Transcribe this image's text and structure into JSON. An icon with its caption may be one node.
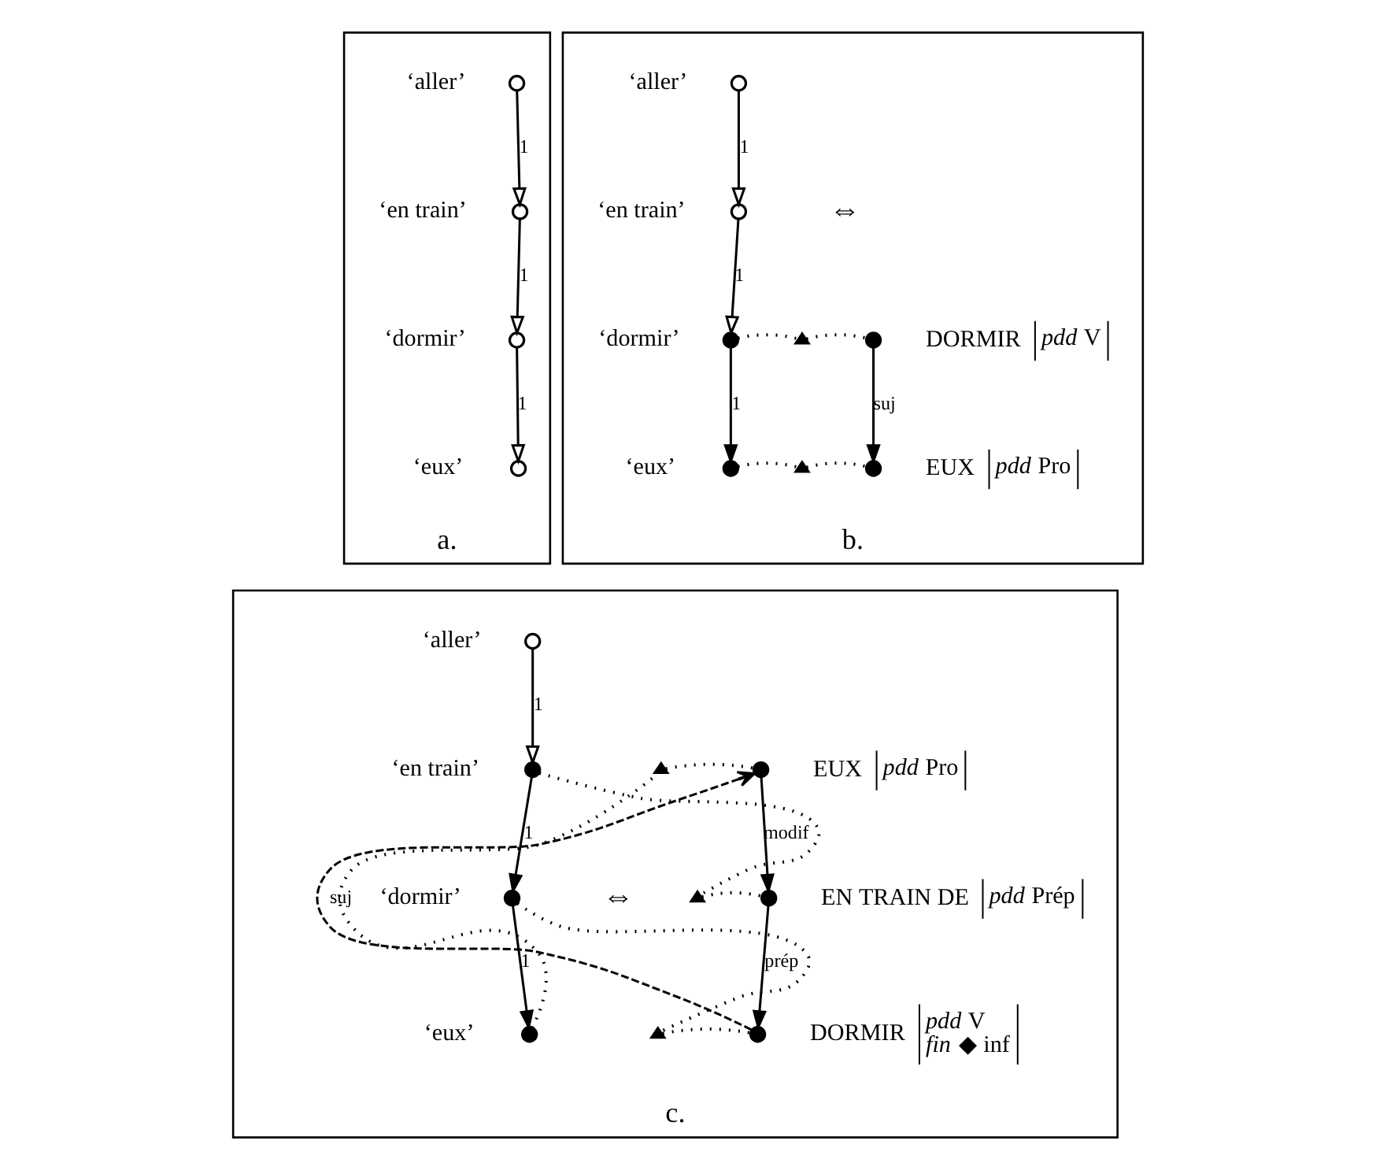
{
  "diagram": {
    "nodes": [
      {
        "text": [
          "a."
        ]
      },
      {
        "text": [],
        "shape": "circle",
        "beside": [
          "‘aller’"
        ],
        "in": 0
      },
      {
        "text": [],
        "shape": "circle",
        "beside": [
          "‘en train’"
        ],
        "in": 0
      },
      {
        "text": [],
        "shape": "circle",
        "beside": [
          "‘dormir’"
        ],
        "in": 0
      },
      {
        "text": [],
        "shape": "circle",
        "beside": [
          "‘eux’"
        ],
        "in": 0
      },
      {
        "text": [
          "b."
        ]
      },
      {
        "text": [],
        "shape": "circle",
        "beside": [
          "‘aller’"
        ],
        "in": 5
      },
      {
        "text": [],
        "shape": "circle",
        "beside": [
          "‘en train’"
        ],
        "in": 5
      },
      {
        "text": [],
        "shape": "circle",
        "beside": [
          "‘dormir’"
        ],
        "in": 5
      },
      {
        "text": [],
        "shape": "circle",
        "beside": [
          "‘eux’"
        ],
        "in": 5
      },
      {
        "text": [],
        "shape": "triangle",
        "in": 5
      },
      {
        "text": [],
        "shape": "triangle",
        "in": 5
      },
      {
        "text": [],
        "shape": "circle",
        "beside": [
          "DORMIR",
          "*pdd* V"
        ],
        "in": 5
      },
      {
        "text": [],
        "shape": "circle",
        "beside": [
          "EUX",
          "*pdd* Pro"
        ],
        "in": 5
      },
      {
        "text": [
          "c."
        ]
      },
      {
        "text": [],
        "shape": "circle",
        "beside": [
          "‘aller’"
        ],
        "in": 14
      },
      {
        "text": [],
        "shape": "circle",
        "beside": [
          "‘en train’"
        ],
        "in": 14
      },
      {
        "text": [],
        "shape": "circle",
        "beside": [
          "‘dormir’"
        ],
        "in": 14
      },
      {
        "text": [],
        "shape": "circle",
        "beside": [
          "‘eux’"
        ],
        "in": 14
      },
      {
        "text": [],
        "shape": "triangle",
        "in": 14
      },
      {
        "text": [],
        "shape": "triangle",
        "in": 14
      },
      {
        "text": [],
        "shape": "triangle",
        "in": 14
      },
      {
        "text": [],
        "shape": "circle",
        "beside": [
          "EUX",
          "*pdd* Pro"
        ],
        "in": 14
      },
      {
        "text": [],
        "shape": "circle",
        "beside": [
          "EN TRAIN DE",
          "*pdd* Prép"
        ],
        "in": 14
      },
      {
        "text": [],
        "shape": "circle",
        "beside": [
          "DORMIR",
          "*pdd* V",
          "*fin* ◆ inf"
        ],
        "in": 14
      }
    ],
    "edges": [
      {
        "from": 1,
        "to": 2,
        "arrow": "to",
        "label": "1"
      },
      {
        "from": 2,
        "to": 3,
        "arrow": "to",
        "label": "1"
      },
      {
        "from": 3,
        "to": 4,
        "arrow": "to",
        "label": "1"
      },
      {
        "from": 6,
        "to": 7,
        "arrow": "to",
        "label": "1"
      },
      {
        "from": 7,
        "to": 8,
        "arrow": "to",
        "label": "1"
      },
      {
        "from": 8,
        "to": 9,
        "arrow": "to",
        "label": "1"
      },
      {
        "from": 12,
        "to": 13,
        "arrow": "to",
        "label": "suj"
      },
      {
        "from": 8,
        "to": 10,
        "arrow": "none",
        "style": "dashed"
      },
      {
        "from": 10,
        "to": 12,
        "arrow": "none",
        "style": "dashed"
      },
      {
        "from": 9,
        "to": 11,
        "arrow": "none",
        "style": "dashed"
      },
      {
        "from": 11,
        "to": 13,
        "arrow": "none",
        "style": "dashed"
      },
      {
        "from": 15,
        "to": 16,
        "arrow": "to",
        "label": "1"
      },
      {
        "from": 16,
        "to": 17,
        "arrow": "to",
        "label": "1"
      },
      {
        "from": 17,
        "to": 18,
        "arrow": "to",
        "label": "1"
      },
      {
        "from": 22,
        "to": 23,
        "arrow": "to",
        "label": "modif"
      },
      {
        "from": 23,
        "to": 24,
        "arrow": "to",
        "label": "prép"
      },
      {
        "from": 24,
        "to": 22,
        "arrow": "to",
        "label": "suj",
        "style": "dashed"
      },
      {
        "from": 18,
        "to": 19,
        "arrow": "none",
        "style": "dashed"
      },
      {
        "from": 19,
        "to": 22,
        "arrow": "none",
        "style": "dashed"
      },
      {
        "from": 16,
        "to": 20,
        "arrow": "none",
        "style": "dashed"
      },
      {
        "from": 20,
        "to": 23,
        "arrow": "none",
        "style": "dashed"
      },
      {
        "from": 17,
        "to": 21,
        "arrow": "none",
        "style": "dashed"
      },
      {
        "from": 21,
        "to": 24,
        "arrow": "none",
        "style": "dashed"
      }
    ],
    "labels": [
      "⇔",
      "⇔"
    ]
  }
}
